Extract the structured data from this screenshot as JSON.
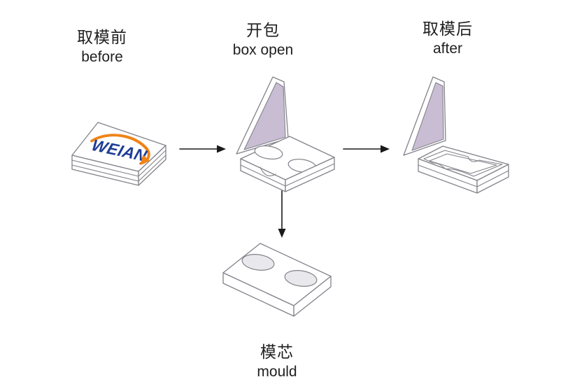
{
  "labels": {
    "before": {
      "zh": "取模前",
      "en": "before"
    },
    "box_open": {
      "zh": "开包",
      "en": "box open"
    },
    "after": {
      "zh": "取模后",
      "en": "after"
    },
    "mould": {
      "zh": "模芯",
      "en": "mould"
    }
  },
  "logo": {
    "text": "WEIAN"
  },
  "flow": {
    "horizontal_sequence": [
      "before",
      "box_open",
      "after"
    ],
    "vertical_branch": {
      "from": "box_open",
      "to": "mould"
    }
  },
  "colors": {
    "background": "#ffffff",
    "line": "#82828a",
    "lid_inner": "#c9bdd3",
    "logo_blue": "#1e3d96",
    "logo_orange": "#ef8418",
    "arrow": "#1a1a1a",
    "text": "#1f1f1f",
    "hole_fill": "#e9e9ed"
  },
  "icons": {
    "arrow_right": "right-arrow",
    "arrow_down": "down-arrow"
  }
}
